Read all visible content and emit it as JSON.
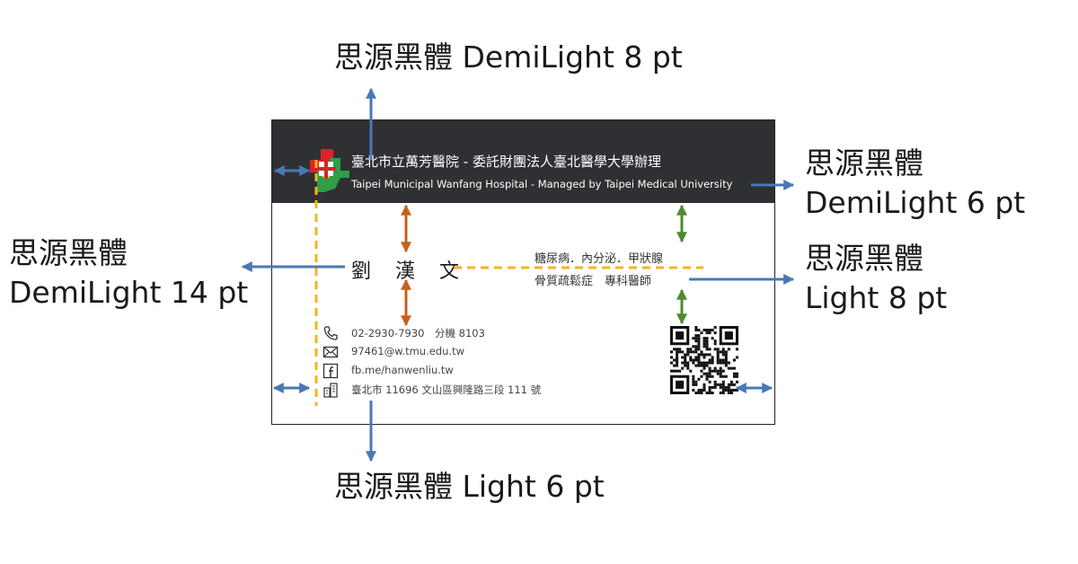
{
  "annotations": {
    "top": "思源黑體 DemiLight 8 pt",
    "bottom": "思源黑體 Light 6 pt",
    "right_header": {
      "line1": "思源黑體",
      "line2": "DemiLight 6 pt"
    },
    "right_specialty": {
      "line1": "思源黑體",
      "line2": "Light 8 pt"
    },
    "left_name": {
      "line1": "思源黑體",
      "line2": "DemiLight 14 pt"
    }
  },
  "card": {
    "header_zh": "臺北市立萬芳醫院 - 委託財團法人臺北醫學大學辦理",
    "header_en": "Taipei Municipal Wanfang Hospital - Managed by Taipei Medical University",
    "name": "劉 漢 文",
    "specialty_line1": "糖尿病．內分泌．甲狀腺",
    "specialty_line2": "骨質疏鬆症　專科醫師",
    "contacts": {
      "phone": "02-2930-7930　分機 8103",
      "email": "97461@w.tmu.edu.tw",
      "facebook": "fb.me/hanwenliu.tw",
      "address": "臺北市 11696 文山區興隆路三段 111 號"
    },
    "icons": {
      "phone": "phone-icon",
      "email": "envelope-icon",
      "facebook": "facebook-icon",
      "address": "building-icon",
      "logo": "hospital-logo",
      "qr": "qr-code"
    }
  },
  "colors": {
    "header_bg": "#2f3033",
    "blue_arrow": "#4a78b5",
    "orange_arrow": "#c8601c",
    "green_arrow": "#4e8a2e",
    "guide_yellow": "#f2b51c"
  }
}
